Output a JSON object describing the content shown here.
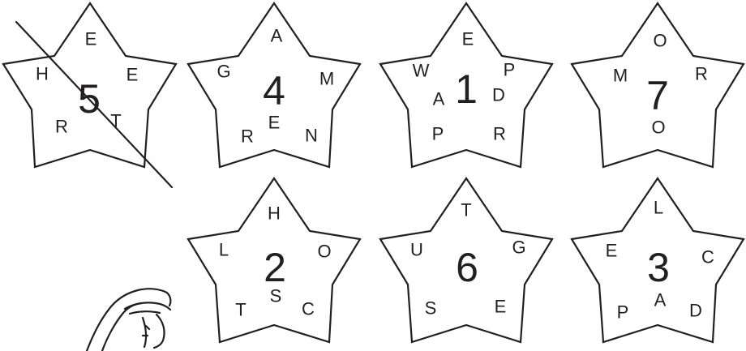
{
  "stars": [
    {
      "number": "5",
      "letters": [
        "E",
        "H",
        "E",
        "R",
        "T"
      ],
      "crossed_out": true
    },
    {
      "number": "4",
      "letters": [
        "A",
        "G",
        "M",
        "R",
        "E",
        "N"
      ],
      "crossed_out": false
    },
    {
      "number": "1",
      "letters": [
        "E",
        "W",
        "P",
        "A",
        "D",
        "P",
        "R"
      ],
      "crossed_out": false
    },
    {
      "number": "7",
      "letters": [
        "O",
        "M",
        "R",
        "O"
      ],
      "crossed_out": false
    },
    {
      "number": "2",
      "letters": [
        "H",
        "L",
        "O",
        "T",
        "S",
        "C"
      ],
      "crossed_out": false
    },
    {
      "number": "6",
      "letters": [
        "T",
        "U",
        "G",
        "S",
        "E"
      ],
      "crossed_out": false
    },
    {
      "number": "3",
      "letters": [
        "L",
        "E",
        "C",
        "A",
        "P",
        "D"
      ],
      "crossed_out": false
    }
  ],
  "colors": {
    "ink": "#231f20",
    "background": "#ffffff"
  },
  "decoration": "hand-drawing"
}
